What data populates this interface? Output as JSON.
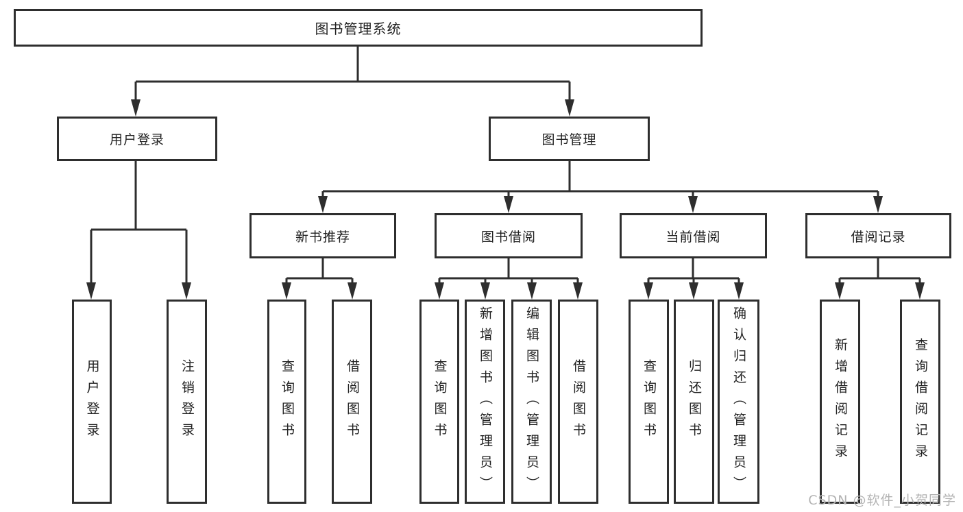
{
  "colors": {
    "background": "#ffffff",
    "line": "#2e2e2e",
    "box_border": "#2e2e2e",
    "text": "#222222",
    "watermark": "#b3b3b3"
  },
  "watermark": {
    "text": "CSDN @软件_小贺同学"
  },
  "diagram": {
    "root": {
      "label": "图书管理系统"
    },
    "branches": [
      {
        "label": "用户登录",
        "children": [
          {
            "label": "用户登录"
          },
          {
            "label": "注销登录"
          }
        ]
      },
      {
        "label": "图书管理",
        "children": [
          {
            "label": "新书推荐",
            "children": [
              {
                "label": "查询图书"
              },
              {
                "label": "借阅图书"
              }
            ]
          },
          {
            "label": "图书借阅",
            "children": [
              {
                "label": "查询图书"
              },
              {
                "label": "新增图书（管理员）"
              },
              {
                "label": "编辑图书（管理员）"
              },
              {
                "label": "借阅图书"
              }
            ]
          },
          {
            "label": "当前借阅",
            "children": [
              {
                "label": "查询图书"
              },
              {
                "label": "归还图书"
              },
              {
                "label": "确认归还（管理员）"
              }
            ]
          },
          {
            "label": "借阅记录",
            "children": [
              {
                "label": "新增借阅记录"
              },
              {
                "label": "查询借阅记录"
              }
            ]
          }
        ]
      }
    ]
  }
}
